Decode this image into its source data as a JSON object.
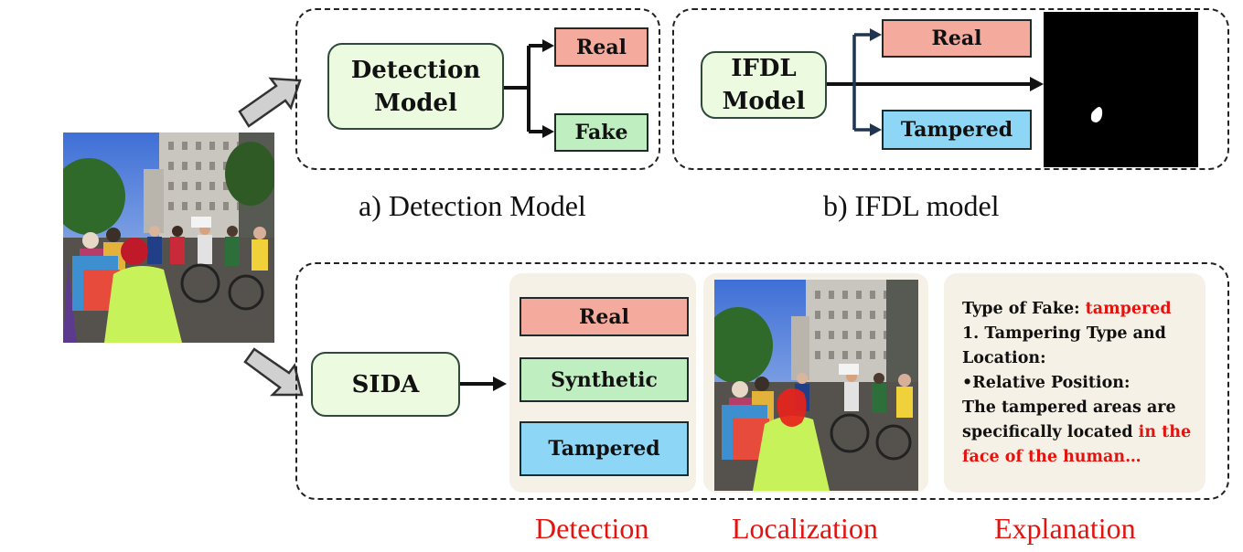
{
  "detection_model": {
    "model_label": "Detection\nModel",
    "outputs": [
      "Real",
      "Fake"
    ],
    "caption": "a) Detection Model"
  },
  "ifdl_model": {
    "model_label": "IFDL\nModel",
    "outputs": [
      "Real",
      "Tampered"
    ],
    "caption": "b) IFDL model"
  },
  "sida": {
    "model_label": "SIDA",
    "outputs": [
      "Real",
      "Synthetic",
      "Tampered"
    ],
    "explanation": {
      "type_label": "Type of Fake: ",
      "type_value": "tampered",
      "heading": "1. Tampering Type and Location:",
      "bullet": "•Relative Position:",
      "body_prefix": "The tampered areas are specifically located ",
      "body_highlight": "in the face of the human…"
    },
    "captions": [
      "Detection",
      "Localization",
      "Explanation"
    ]
  },
  "colors": {
    "real": "#f4aa9d",
    "fake": "#bfeec0",
    "tampered": "#8ed6f5",
    "model_fill": "#ecfadf",
    "highlight": "#e3140f"
  }
}
